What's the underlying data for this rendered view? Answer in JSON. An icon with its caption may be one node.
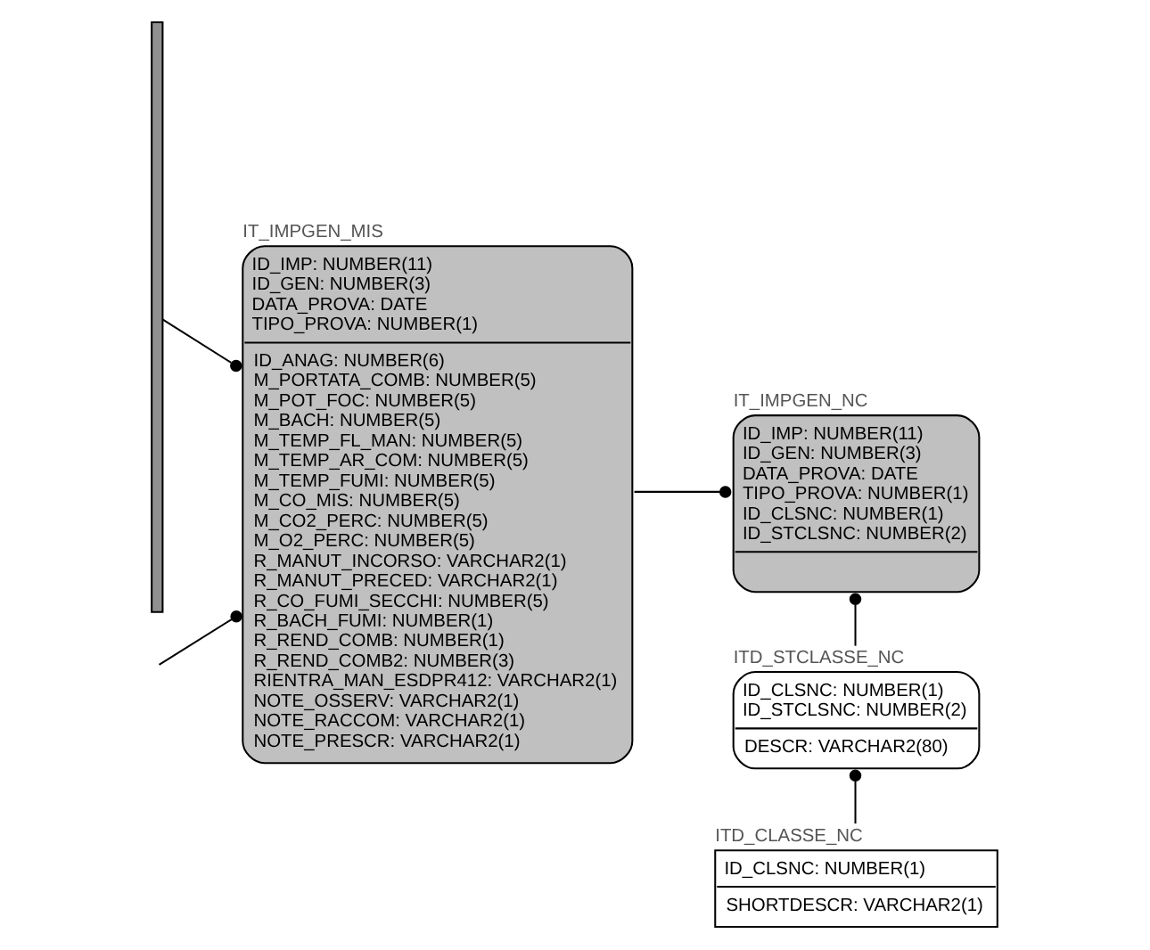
{
  "diagram": {
    "nodes": [
      {
        "text": [],
        "shape": "bar"
      },
      {
        "text": [
          "IT_IMPGEN_MIS",
          "ID_IMP: NUMBER(11) ID_GEN: NUMBER(3) DATA_PROVA: DATE TIPO_PROVA: NUMBER(1)",
          "ID_ANAG: NUMBER(6) M_PORTATA_COMB: NUMBER(5) M_POT_FOC: NUMBER(5) M_BACH: NUMBER(5) M_TEMP_FL_MAN: NUMBER(5) M_TEMP_AR_COM: NUMBER(5) M_TEMP_FUMI: NUMBER(5) M_CO_MIS: NUMBER(5) M_CO2_PERC: NUMBER(5) M_O2_PERC: NUMBER(5) R_MANUT_INCORSO: VARCHAR2(1) R_MANUT_PRECED: VARCHAR2(1) R_CO_FUMI_SECCHI: NUMBER(5) R_BACH_FUMI: NUMBER(1) R_REND_COMB: NUMBER(1) R_REND_COMB2: NUMBER(3) RIENTRA_MAN_ESDPR412: VARCHAR2(1) NOTE_OSSERV: VARCHAR2(1) NOTE_RACCOM: VARCHAR2(1) NOTE_PRESCR: VARCHAR2(1)"
        ]
      },
      {
        "text": [
          "IT_IMPGEN_NC",
          "ID_IMP: NUMBER(11) ID_GEN: NUMBER(3) DATA_PROVA: DATE TIPO_PROVA: NUMBER(1) ID_CLSNC: NUMBER(1) ID_STCLSNC: NUMBER(2)"
        ]
      },
      {
        "text": [
          "ITD_STCLASSE_NC",
          "ID_CLSNC: NUMBER(1) ID_STCLSNC: NUMBER(2)",
          "DESCR: VARCHAR2(80)"
        ]
      },
      {
        "text": [
          "ITD_CLASSE_NC",
          "ID_CLSNC: NUMBER(1)",
          "SHORTDESCR: VARCHAR2(1)"
        ]
      }
    ],
    "edges": [
      {
        "from": 0,
        "to": 1,
        "arrow": "other"
      },
      {
        "from": null,
        "to": 1,
        "arrow": "other"
      },
      {
        "from": 1,
        "to": 2,
        "arrow": "other"
      },
      {
        "from": 3,
        "to": 2,
        "arrow": "other"
      },
      {
        "from": 4,
        "to": 3,
        "arrow": "other"
      }
    ]
  }
}
